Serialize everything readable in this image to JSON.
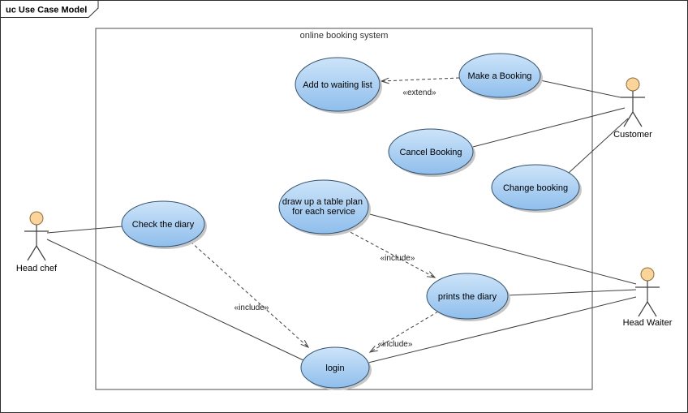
{
  "frame": {
    "title": "uc Use Case Model"
  },
  "system_boundary": {
    "label": "online booking system"
  },
  "use_cases": {
    "add_to_waiting_list": {
      "label": "Add to waiting list"
    },
    "make_a_booking": {
      "label": "Make a Booking"
    },
    "cancel_booking": {
      "label": "Cancel Booking"
    },
    "change_booking": {
      "label": "Change booking"
    },
    "check_the_diary": {
      "label": "Check the diary"
    },
    "draw_up_table_plan": {
      "label_lines": [
        "draw up a table plan",
        "for each service"
      ]
    },
    "prints_the_diary": {
      "label": "prints the diary"
    },
    "login": {
      "label": "login"
    }
  },
  "actors": {
    "customer": {
      "label": "Customer"
    },
    "head_chef": {
      "label": "Head chef"
    },
    "head_waiter": {
      "label": "Head Waiter"
    }
  },
  "relationships": [
    {
      "type": "association",
      "from": "customer",
      "to": "make_a_booking"
    },
    {
      "type": "association",
      "from": "customer",
      "to": "cancel_booking"
    },
    {
      "type": "association",
      "from": "customer",
      "to": "change_booking"
    },
    {
      "type": "association",
      "from": "head_chef",
      "to": "check_the_diary"
    },
    {
      "type": "association",
      "from": "head_chef",
      "to": "login"
    },
    {
      "type": "association",
      "from": "head_waiter",
      "to": "draw_up_table_plan"
    },
    {
      "type": "association",
      "from": "head_waiter",
      "to": "prints_the_diary"
    },
    {
      "type": "association",
      "from": "head_waiter",
      "to": "login"
    },
    {
      "type": "extend",
      "from": "make_a_booking",
      "to": "add_to_waiting_list",
      "label": "«extend»"
    },
    {
      "type": "include",
      "from": "draw_up_table_plan",
      "to": "prints_the_diary",
      "label": "«include»"
    },
    {
      "type": "include",
      "from": "check_the_diary",
      "to": "login",
      "label": "«include»"
    },
    {
      "type": "include",
      "from": "prints_the_diary",
      "to": "login",
      "label": "«include»"
    }
  ],
  "colors": {
    "usecase_fill_top": "#CDE4F9",
    "usecase_fill_bottom": "#8FBEEC",
    "usecase_stroke": "#34516D",
    "actor_head_fill": "#FBD49B",
    "actor_body": "#3F3F3F",
    "connector": "#3F3F3F",
    "shadow": "#C6C6C6",
    "frame_stroke": "#2F2F2F",
    "boundary_stroke": "#4D4D4D"
  }
}
